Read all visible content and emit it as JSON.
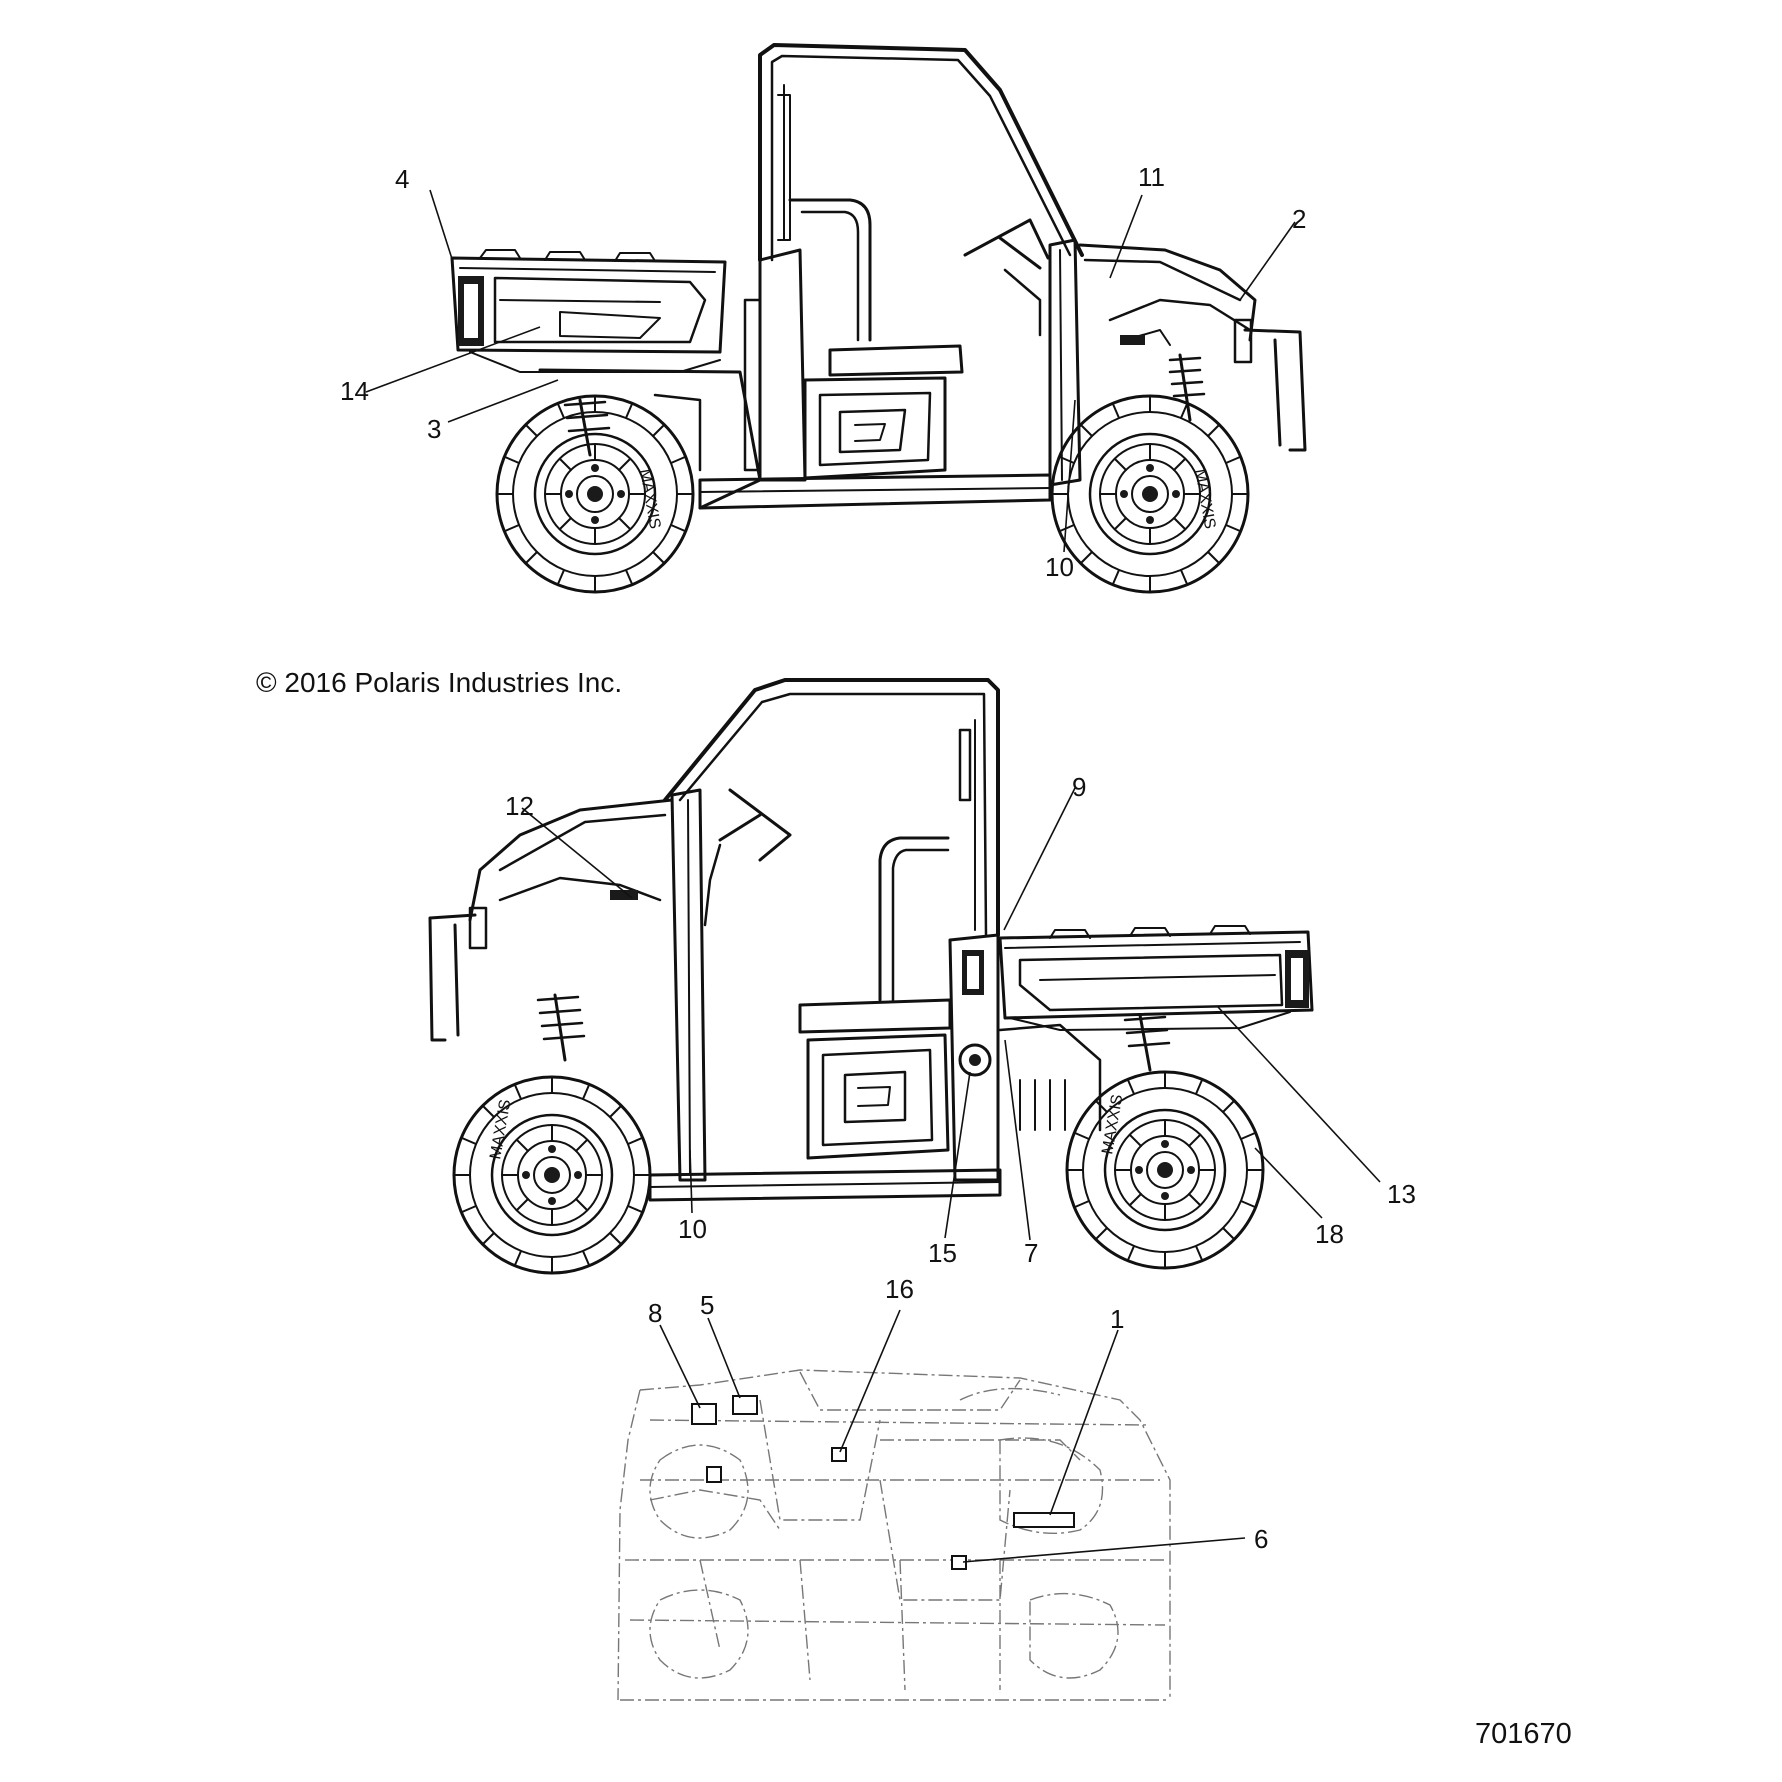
{
  "copyright": "© 2016 Polaris Industries Inc.",
  "drawing_number": "701670",
  "callouts": [
    {
      "id": "c4",
      "label": "4"
    },
    {
      "id": "c14",
      "label": "14"
    },
    {
      "id": "c3",
      "label": "3"
    },
    {
      "id": "c11",
      "label": "11"
    },
    {
      "id": "c2",
      "label": "2"
    },
    {
      "id": "c10-top",
      "label": "10"
    },
    {
      "id": "c12",
      "label": "12"
    },
    {
      "id": "c9",
      "label": "9"
    },
    {
      "id": "c13",
      "label": "13"
    },
    {
      "id": "c18",
      "label": "18"
    },
    {
      "id": "c10-bottom",
      "label": "10"
    },
    {
      "id": "c15",
      "label": "15"
    },
    {
      "id": "c7",
      "label": "7"
    },
    {
      "id": "c8",
      "label": "8"
    },
    {
      "id": "c5",
      "label": "5"
    },
    {
      "id": "c16",
      "label": "16"
    },
    {
      "id": "c1",
      "label": "1"
    },
    {
      "id": "c6",
      "label": "6"
    }
  ],
  "tire_brand": "MAXXIS"
}
